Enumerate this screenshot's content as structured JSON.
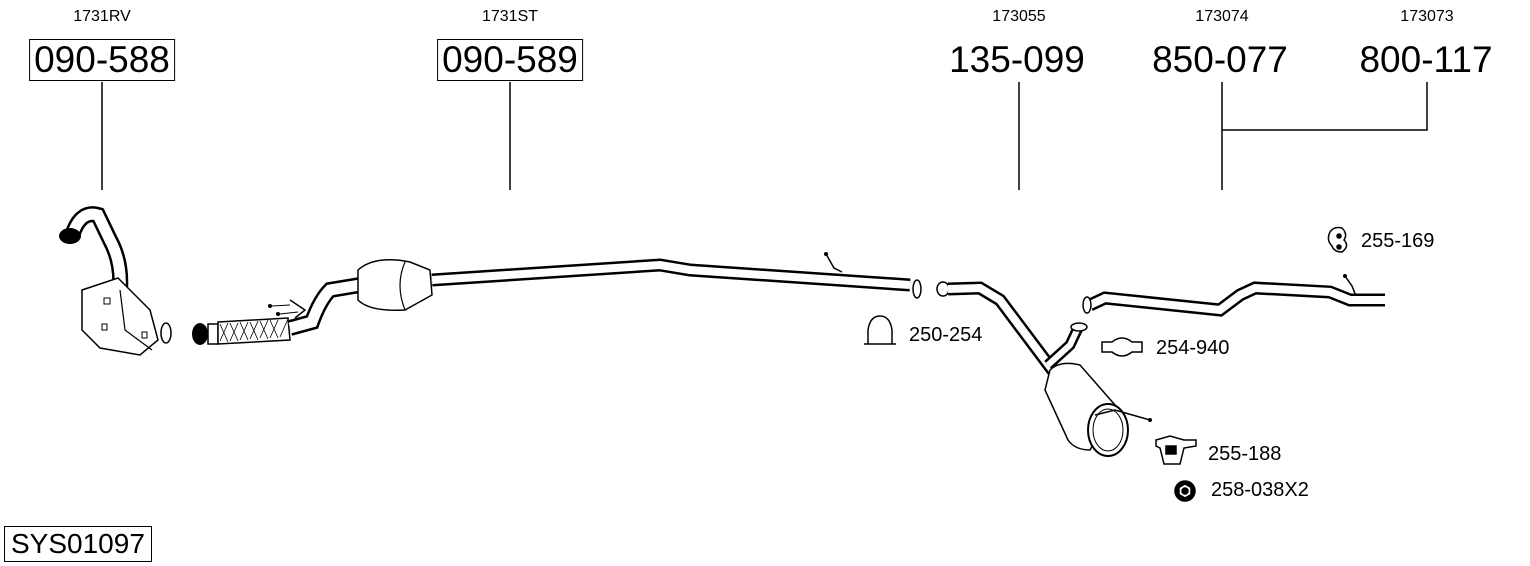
{
  "system_code": "SYS01097",
  "parts": [
    {
      "ref": "1731RV",
      "number": "090-588",
      "boxed": true
    },
    {
      "ref": "1731ST",
      "number": "090-589",
      "boxed": true
    },
    {
      "ref": "173055",
      "number": "135-099",
      "boxed": false
    },
    {
      "ref": "173074",
      "number": "850-077",
      "boxed": false
    },
    {
      "ref": "173073",
      "number": "800-117",
      "boxed": false
    }
  ],
  "accessories": [
    {
      "number": "250-254",
      "icon": "clamp-icon"
    },
    {
      "number": "254-940",
      "icon": "flange-clamp-icon"
    },
    {
      "number": "255-169",
      "icon": "rubber-mount-icon"
    },
    {
      "number": "255-188",
      "icon": "bracket-mount-icon"
    },
    {
      "number": "258-038X2",
      "icon": "nut-icon"
    }
  ]
}
